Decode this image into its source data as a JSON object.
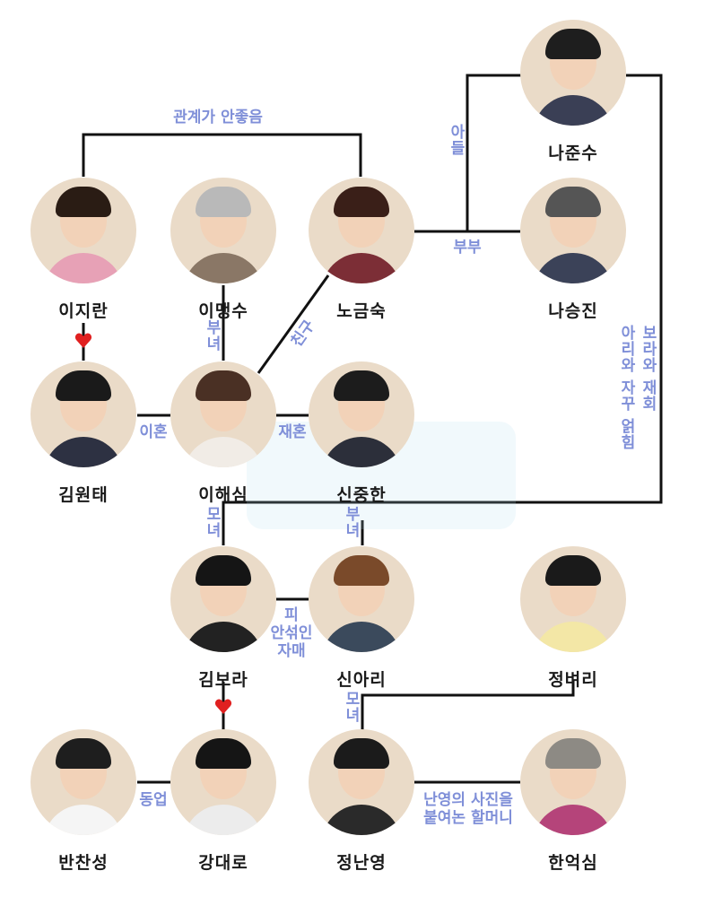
{
  "people": {
    "na_junsu": {
      "name": "나준수"
    },
    "i_jiran": {
      "name": "이지란"
    },
    "i_maengsu": {
      "name": "이맹수"
    },
    "no_geumsuk": {
      "name": "노금숙"
    },
    "na_seungjin": {
      "name": "나승진"
    },
    "kim_wontae": {
      "name": "김원태"
    },
    "i_haesim": {
      "name": "이해심"
    },
    "sin_junghan": {
      "name": "신중한"
    },
    "kim_bora": {
      "name": "김보라"
    },
    "sin_ari": {
      "name": "신아리"
    },
    "jeong_byeori": {
      "name": "정벼리"
    },
    "ban_chanseong": {
      "name": "반찬성"
    },
    "gang_daero": {
      "name": "강대로"
    },
    "jeong_nanyeong": {
      "name": "정난영"
    },
    "han_eoksim": {
      "name": "한억심"
    }
  },
  "relations": {
    "bad_relation": "관계가 안좋음",
    "son": "아들",
    "couple": "부부",
    "father_daughter_1": "부녀",
    "friend": "친구",
    "divorce": "이혼",
    "remarriage": "재혼",
    "bora_ari_lines": [
      "보라와 재회",
      "아리와 자꾸 얽힘"
    ],
    "mother_daughter_1": "모녀",
    "father_daughter_2": "부녀",
    "half_sisters": [
      "피",
      "안섞인",
      "자매"
    ],
    "mother_daughter_2": "모녀",
    "coworker": "동업",
    "photo_grandma": [
      "난영의 사진을",
      "붙여논 할머니"
    ]
  },
  "colors": {
    "line": "#111111",
    "relation_text": "#7f8fd8",
    "heart": "#e02020",
    "avatar_bg": "#eadbc8"
  }
}
